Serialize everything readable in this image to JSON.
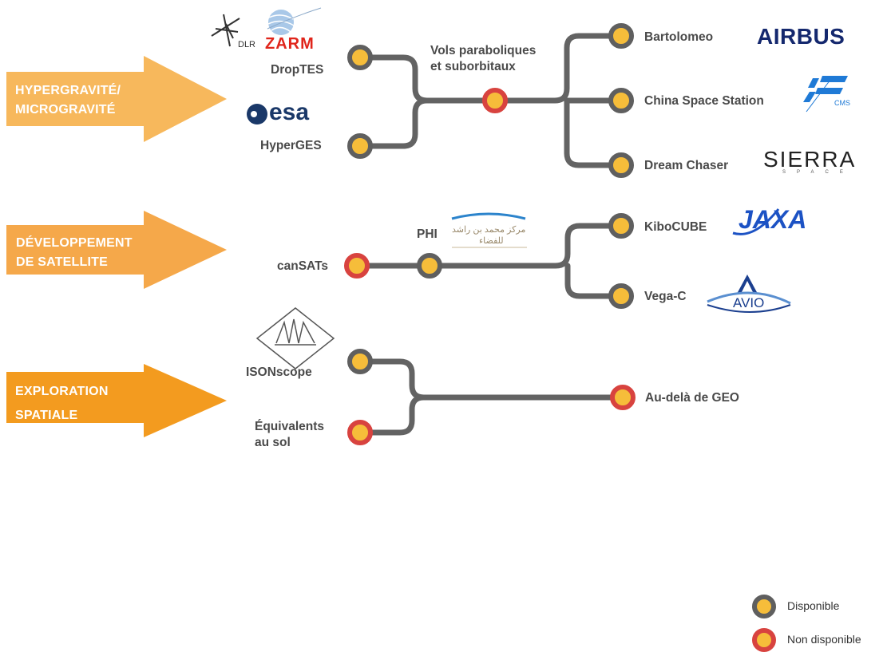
{
  "colors": {
    "line": "#636363",
    "node_fill": "#f6bd3a",
    "ring_available": "#5f5f5f",
    "ring_unavailable": "#d8433f",
    "arrow1": "#f7b85c",
    "arrow2": "#f5a84a",
    "arrow3": "#f39b1f"
  },
  "categories": [
    {
      "line1": "HYPERGRAVITÉ/",
      "line2": "MICROGRAVITÉ"
    },
    {
      "line1": "DÉVELOPPEMENT",
      "line2": "DE SATELLITE"
    },
    {
      "line1": "EXPLORATION",
      "line2": "SPATIALE"
    }
  ],
  "nodes": {
    "droptes": {
      "label": "DropTES",
      "status": "available"
    },
    "hyperges": {
      "label": "HyperGES",
      "status": "available"
    },
    "vols": {
      "label_line1": "Vols paraboliques",
      "label_line2": "et suborbitaux",
      "status": "unavailable"
    },
    "bartolomeo": {
      "label": "Bartolomeo",
      "status": "available"
    },
    "css": {
      "label": "China Space Station",
      "status": "available"
    },
    "dreamchaser": {
      "label": "Dream Chaser",
      "status": "available"
    },
    "cansats": {
      "label": "canSATs",
      "status": "unavailable"
    },
    "phi": {
      "label": "PHI",
      "status": "available"
    },
    "kibocube": {
      "label": "KiboCUBE",
      "status": "available"
    },
    "vegac": {
      "label": "Vega-C",
      "status": "available"
    },
    "isonscope": {
      "label": "ISONscope",
      "status": "available"
    },
    "equivalents": {
      "label_line1": "Équivalents",
      "label_line2": "au sol",
      "status": "unavailable"
    },
    "audela": {
      "label": "Au-delà de GEO",
      "status": "unavailable"
    }
  },
  "logos": {
    "dlr": "DLR",
    "zarm": "ZARM",
    "esa": "esa",
    "airbus": "AIRBUS",
    "cms": "CMS",
    "sierra": "SIERRA",
    "sierra_sub": "SPACE",
    "jaxa": "JAXA",
    "avio": "AVIO",
    "mbrsc_ar_1": "مركز محمد بن راشد",
    "mbrsc_ar_2": "للفضاء"
  },
  "legend": {
    "available": "Disponible",
    "unavailable": "Non disponible"
  }
}
